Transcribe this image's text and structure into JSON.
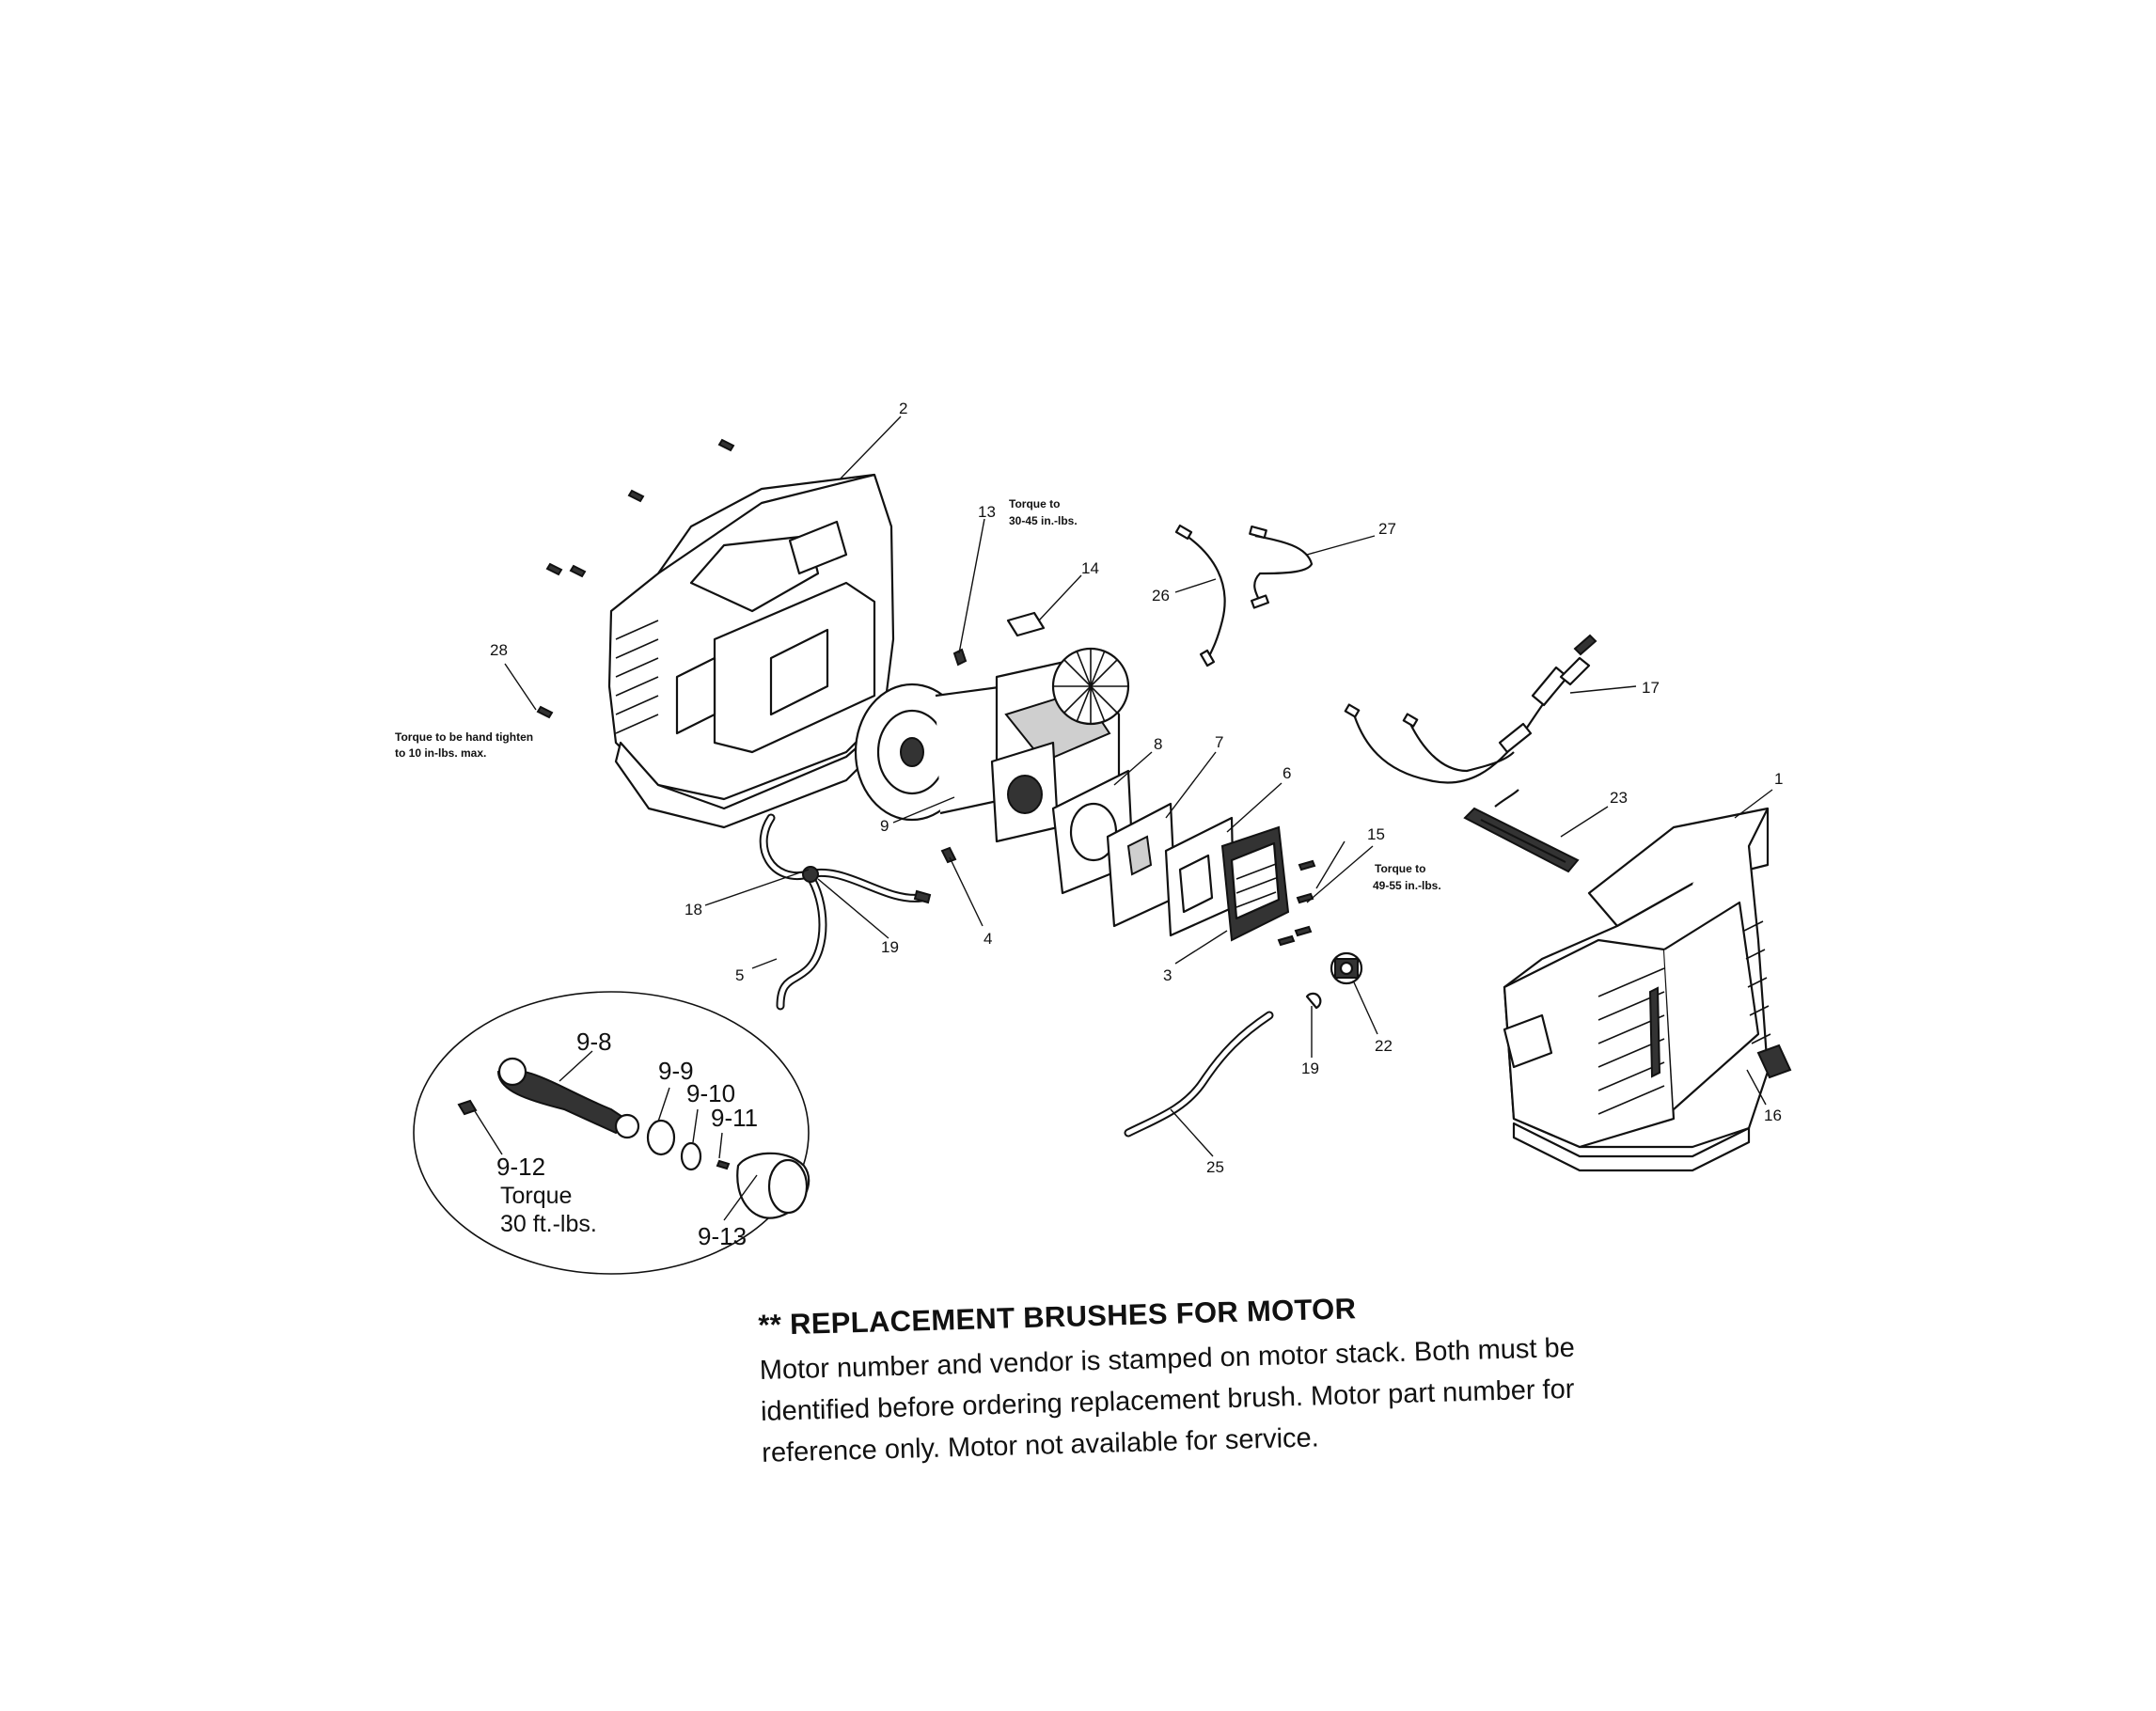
{
  "callouts": {
    "c1": "1",
    "c2": "2",
    "c3": "3",
    "c4": "4",
    "c5": "5",
    "c6": "6",
    "c7": "7",
    "c8": "8",
    "c9": "9",
    "c13": "13",
    "c14": "14",
    "c15": "15",
    "c16": "16",
    "c17": "17",
    "c18": "18",
    "c19a": "19",
    "c19b": "19",
    "c22": "22",
    "c23": "23",
    "c25": "25",
    "c26": "26",
    "c27": "27",
    "c28": "28",
    "c9_8": "9-8",
    "c9_9": "9-9",
    "c9_10": "9-10",
    "c9_11": "9-11",
    "c9_12": "9-12",
    "c9_13": "9-13"
  },
  "notes": {
    "torque13_l1": "Torque to",
    "torque13_l2": "30-45 in.-lbs.",
    "torque28_l1": "Torque to be hand tighten",
    "torque28_l2": "to 10 in-lbs. max.",
    "torque15_l1": "Torque to",
    "torque15_l2": "49-55 in.-lbs.",
    "torque912_l1": "Torque",
    "torque912_l2": "30 ft.-lbs."
  },
  "footnote": {
    "title": "** REPLACEMENT BRUSHES FOR MOTOR",
    "body": "Motor number and vendor is stamped on motor stack. Both must be identified before ordering replacement brush. Motor part number for reference only. Motor not available for service."
  }
}
